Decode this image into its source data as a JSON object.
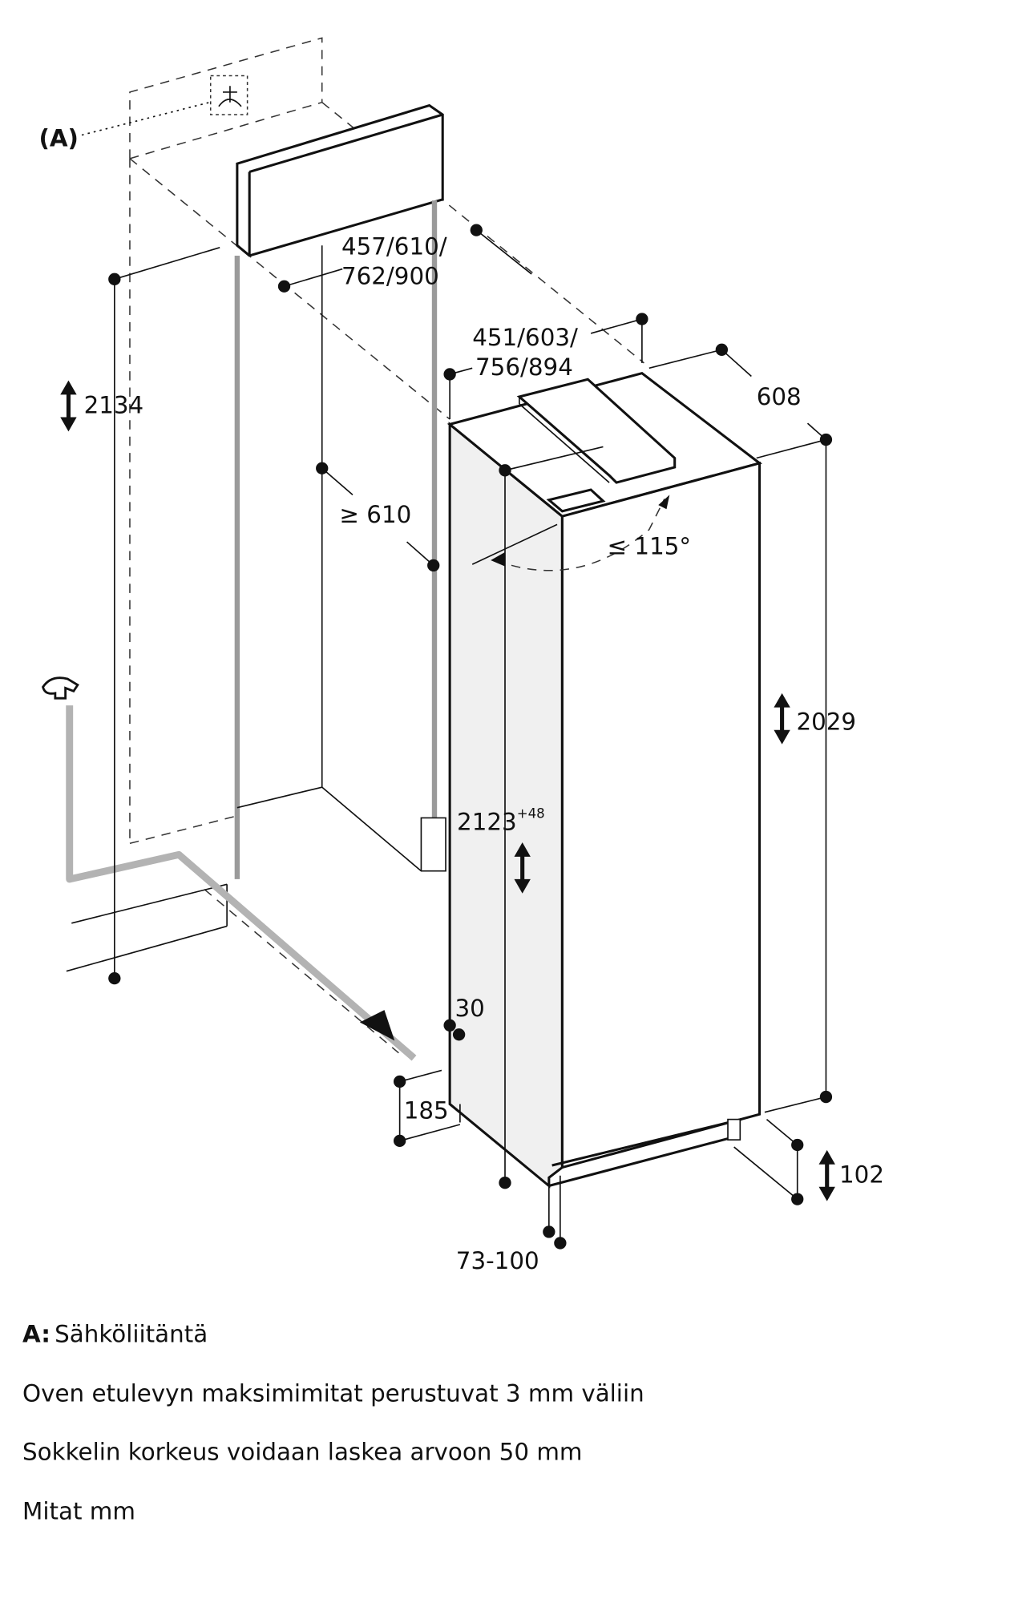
{
  "diagram": {
    "callout_a": "(A)",
    "dimensions": {
      "niche_height": "2134",
      "niche_width": "457/610/",
      "niche_width_2": "762/900",
      "door_width": "451/603/",
      "door_width_2": "756/894",
      "depth": "608",
      "min_depth": "≥ 610",
      "door_angle": "≤ 115°",
      "appliance_height": "2029",
      "niche_height_range": "2123",
      "niche_height_tolerance": "+48",
      "offset_30": "30",
      "offset_185": "185",
      "plinth_height": "102",
      "plinth_depth": "73-100"
    }
  },
  "notes": {
    "a_key": "A:",
    "a_text": "Sähköliitäntä",
    "line2": "Oven etulevyn maksimimitat perustuvat 3 mm väliin",
    "line3": "Sokkelin korkeus voidaan laskea arvoon 50 mm",
    "line4": "Mitat mm"
  }
}
